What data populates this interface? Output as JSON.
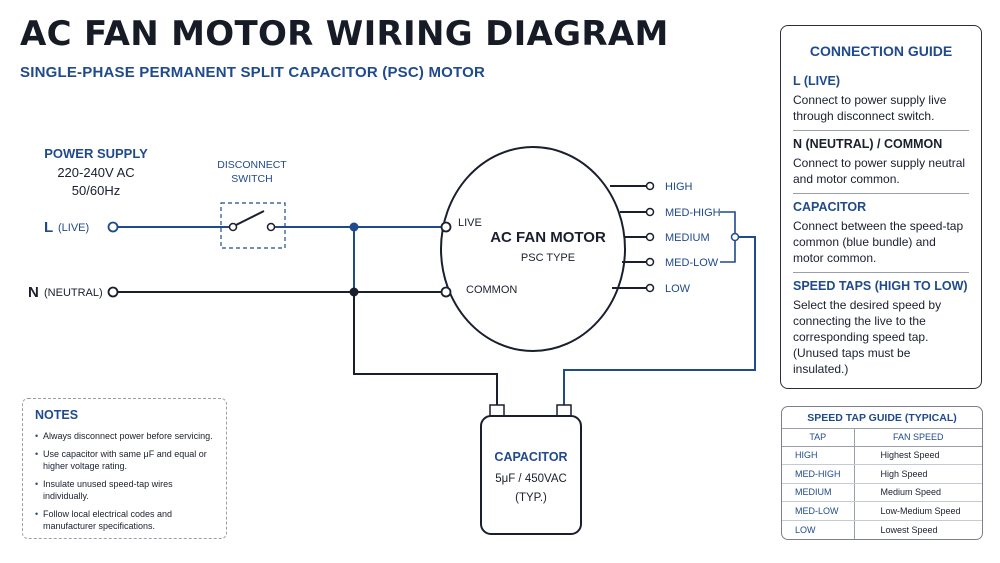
{
  "title": "AC FAN MOTOR WIRING DIAGRAM",
  "subtitle": "SINGLE-PHASE PERMANENT SPLIT CAPACITOR (PSC) MOTOR",
  "power_supply": {
    "heading": "POWER SUPPLY",
    "voltage": "220-240V AC",
    "frequency": "50/60Hz",
    "live_letter": "L",
    "live_word": "(LIVE)",
    "neutral_letter": "N",
    "neutral_word": "(NEUTRAL)"
  },
  "switch": {
    "line1": "DISCONNECT",
    "line2": "SWITCH"
  },
  "motor": {
    "name": "AC FAN MOTOR",
    "type": "PSC TYPE",
    "live_terminal": "LIVE",
    "common_terminal": "COMMON",
    "taps": [
      "HIGH",
      "MED-HIGH",
      "MEDIUM",
      "MED-LOW",
      "LOW"
    ]
  },
  "capacitor": {
    "label": "CAPACITOR",
    "rating": "5μF / 450VAC",
    "typ": "(TYP.)"
  },
  "connection_guide": {
    "title": "CONNECTION GUIDE",
    "sections": [
      {
        "heading": "L (LIVE)",
        "text": "Connect to power supply live through disconnect switch."
      },
      {
        "heading": "N (NEUTRAL) / COMMON",
        "text": "Connect to power supply neutral and motor common."
      },
      {
        "heading": "CAPACITOR",
        "text": "Connect between the speed-tap common (blue bundle) and motor common."
      },
      {
        "heading": "SPEED TAPS (HIGH TO LOW)",
        "text": "Select the desired speed by connecting the live to the corresponding speed tap. (Unused taps must be insulated.)"
      }
    ]
  },
  "notes": {
    "title": "NOTES",
    "items": [
      "Always disconnect power before servicing.",
      "Use capacitor with same μF and equal or higher voltage rating.",
      "Insulate unused speed-tap wires individually.",
      "Follow local electrical codes and manufacturer specifications."
    ]
  },
  "speed_tap_guide": {
    "title": "SPEED TAP GUIDE (TYPICAL)",
    "headers": [
      "TAP",
      "FAN SPEED"
    ],
    "rows": [
      [
        "HIGH",
        "Highest Speed"
      ],
      [
        "MED-HIGH",
        "High Speed"
      ],
      [
        "MEDIUM",
        "Medium Speed"
      ],
      [
        "MED-LOW",
        "Low-Medium Speed"
      ],
      [
        "LOW",
        "Lowest Speed"
      ]
    ]
  },
  "colors": {
    "blue": "#1f4a8c",
    "wire_dark": "#1a1f2e",
    "motor_fill": "#ffffff"
  }
}
